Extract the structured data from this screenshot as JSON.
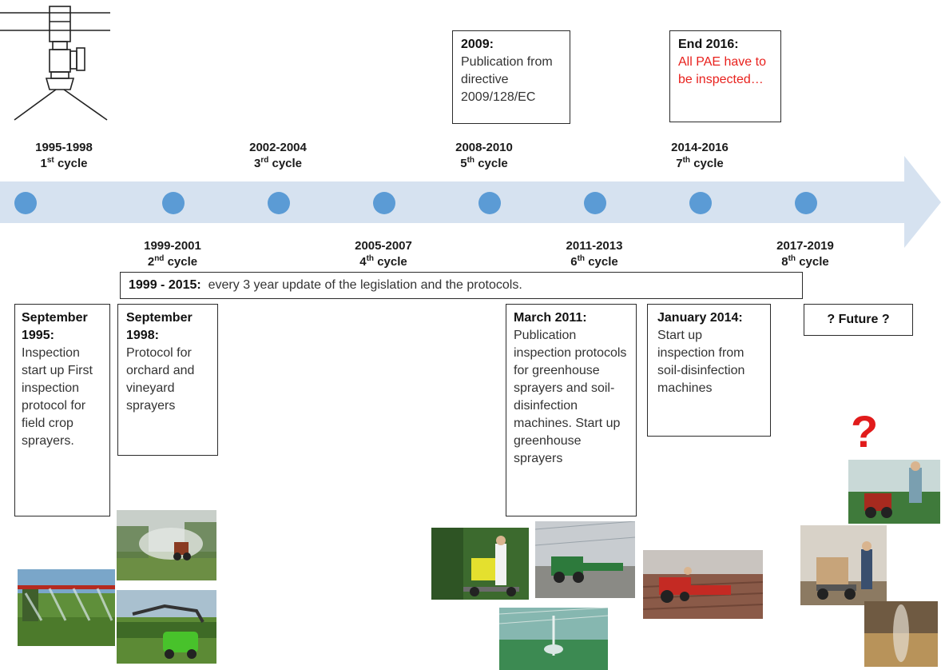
{
  "cycles": [
    {
      "years": "1995-1998",
      "ord": "1",
      "sup": "st",
      "word": "cycle"
    },
    {
      "years": "1999-2001",
      "ord": "2",
      "sup": "nd",
      "word": "cycle"
    },
    {
      "years": "2002-2004",
      "ord": "3",
      "sup": "rd",
      "word": "cycle"
    },
    {
      "years": "2005-2007",
      "ord": "4",
      "sup": "th",
      "word": "cycle"
    },
    {
      "years": "2008-2010",
      "ord": "5",
      "sup": "th",
      "word": "cycle"
    },
    {
      "years": "2011-2013",
      "ord": "6",
      "sup": "th",
      "word": "cycle"
    },
    {
      "years": "2014-2016",
      "ord": "7",
      "sup": "th",
      "word": "cycle"
    },
    {
      "years": "2017-2019",
      "ord": "8",
      "sup": "th",
      "word": "cycle"
    }
  ],
  "boxes": {
    "b2009": {
      "title": "2009:",
      "body": "Publication from directive 2009/128/EC"
    },
    "b2016": {
      "title": "End 2016:",
      "body": "All PAE have to be inspected…"
    },
    "banner": {
      "bold": "1999 - 2015:",
      "text": "every 3 year update of the legislation and the protocols."
    },
    "sep1995": {
      "title": "September 1995:",
      "body": "Inspection start up First inspection protocol for field crop sprayers."
    },
    "sep1998": {
      "title": "September 1998:",
      "body": "Protocol for orchard and vineyard sprayers"
    },
    "mar2011": {
      "title": "March 2011:",
      "body": "Publication inspection protocols for greenhouse sprayers and soil-disinfection machines. Start up greenhouse sprayers"
    },
    "jan2014": {
      "title": "January 2014:",
      "body": "Start up inspection from soil-disinfection machines"
    },
    "future": {
      "text": "? Future ?"
    }
  },
  "question_mark": "?",
  "colors": {
    "arrow": "#d6e2f0",
    "dot": "#5b9bd5",
    "accent_red": "#e8211d"
  },
  "icons": [
    "nozzle-icon"
  ]
}
